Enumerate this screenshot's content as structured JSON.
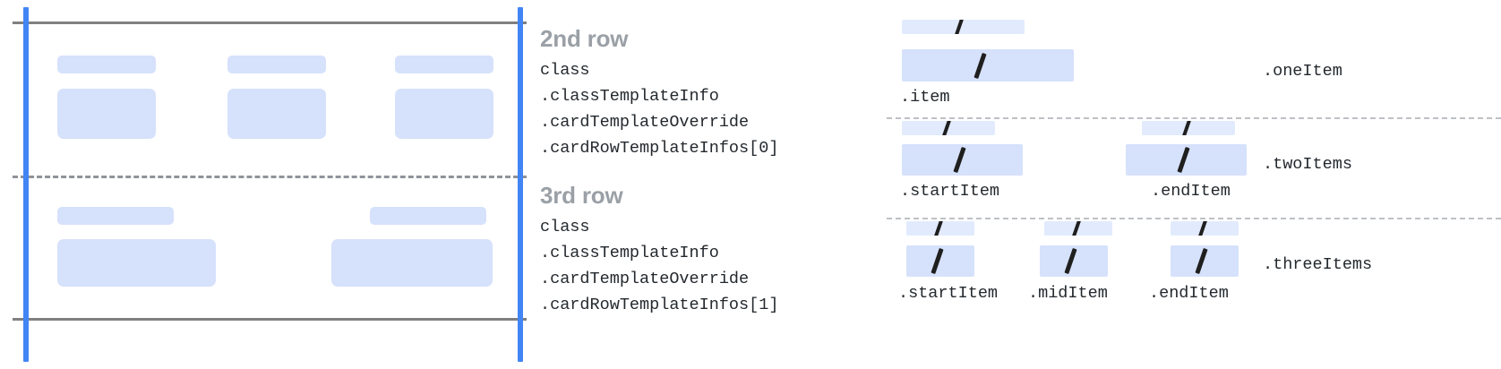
{
  "diagram": {
    "title_hidden": "",
    "colors": {
      "guide_blue": "#4285f4",
      "rule_gray": "#808080",
      "dash_gray": "#8f9399",
      "block_fill": "#d6e1fb",
      "block_fill_light": "#e2ebfd",
      "heading_gray": "#9aa0a6",
      "code_text": "#24292e",
      "page_background": "#ffffff"
    }
  },
  "left_panel": {
    "name": "card-row-preview",
    "rows": [
      {
        "name": "second-row-preview",
        "cells": [
          {
            "label_block": "label",
            "value_block": "value"
          },
          {
            "label_block": "label",
            "value_block": "value"
          },
          {
            "label_block": "label",
            "value_block": "value"
          }
        ]
      },
      {
        "name": "third-row-preview",
        "cells": [
          {
            "label_block": "label",
            "value_block": "value"
          },
          {
            "label_block": "label",
            "value_block": "value"
          }
        ]
      }
    ]
  },
  "row_specs": [
    {
      "title": "2nd row",
      "code": [
        "class",
        ".classTemplateInfo",
        ".cardTemplateOverride",
        ".cardRowTemplateInfos[0]"
      ]
    },
    {
      "title": "3rd row",
      "code": [
        "class",
        ".classTemplateInfo",
        ".cardTemplateOverride",
        ".cardRowTemplateInfos[1]"
      ]
    }
  ],
  "variants": [
    {
      "name": "one-item",
      "label": ".oneItem",
      "slots": [
        {
          "label": ".item"
        }
      ]
    },
    {
      "name": "two-items",
      "label": ".twoItems",
      "slots": [
        {
          "label": ".startItem"
        },
        {
          "label": ".endItem"
        }
      ]
    },
    {
      "name": "three-items",
      "label": ".threeItems",
      "slots": [
        {
          "label": ".startItem"
        },
        {
          "label": ".midItem"
        },
        {
          "label": ".endItem"
        }
      ]
    }
  ]
}
